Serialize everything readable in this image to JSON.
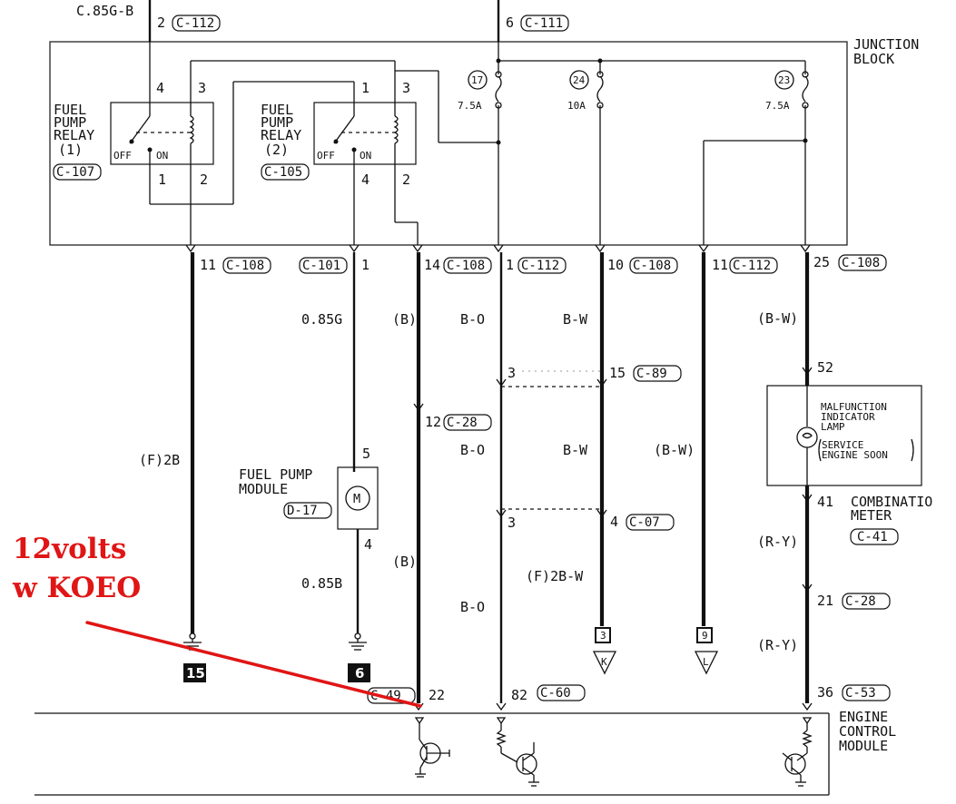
{
  "header": {
    "top_wire_color": "C.85G-B",
    "top_left_pin": "2",
    "top_left_conn": "C-112",
    "top_right_pin": "6",
    "top_right_conn": "C-111"
  },
  "junction_block": {
    "label_line1": "JUNCTION",
    "label_line2": "BLOCK",
    "relay1": {
      "label": [
        "FUEL",
        "PUMP",
        "RELAY",
        "(1)"
      ],
      "conn": "C-107",
      "pins": [
        "4",
        "3",
        "1",
        "2"
      ],
      "off": "OFF",
      "on": "ON"
    },
    "relay2": {
      "label": [
        "FUEL",
        "PUMP",
        "RELAY",
        "(2)"
      ],
      "conn": "C-105",
      "pins": [
        "1",
        "3",
        "4",
        "2"
      ],
      "off": "OFF",
      "on": "ON"
    },
    "fuses": [
      {
        "number": "17",
        "rating": "7.5A"
      },
      {
        "number": "24",
        "rating": "10A"
      },
      {
        "number": "23",
        "rating": "7.5A"
      }
    ]
  },
  "jb_connectors": [
    {
      "pin": "11",
      "conn": "C-108"
    },
    {
      "pin": "1",
      "conn": "C-101"
    },
    {
      "pin": "14",
      "conn": "C-108"
    },
    {
      "pin": "1",
      "conn": "C-112"
    },
    {
      "pin": "10",
      "conn": "C-108"
    },
    {
      "pin": "11",
      "conn": "C-112"
    },
    {
      "pin": "25",
      "conn": "C-108"
    }
  ],
  "wire_colors": {
    "w1": "(F)2B",
    "w2_top": "0.85G",
    "w2_bottom": "0.85B",
    "w3_top": "(B)",
    "w3_bottom": "(B)",
    "w4_top": "B-O",
    "w4_mid": "B-O",
    "w4_bottom": "B-O",
    "w5_top": "B-W",
    "w5_mid": "B-W",
    "w5_bottom": "(F)2B-W",
    "w6": "(B-W)",
    "w7_top": "(B-W)",
    "w7_mid": "(R-Y)",
    "w7_bottom": "(R-Y)"
  },
  "splices": {
    "c89_left_pin": "3",
    "c89_right_pin": "15",
    "c89_conn": "C-89",
    "c07_left_pin": "3",
    "c07_right_pin": "4",
    "c07_conn": "C-07",
    "c28_pin": "12",
    "c28_conn": "C-28"
  },
  "fuel_pump_module": {
    "label_line1": "FUEL PUMP",
    "label_line2": "MODULE",
    "conn": "D-17",
    "pin_top": "5",
    "pin_bottom": "4",
    "motor_symbol": "M"
  },
  "mil": {
    "line1": "MALFUNCTION",
    "line2": "INDICATOR",
    "line3": "LAMP",
    "line4": "SERVICE",
    "line5": "ENGINE SOON",
    "pin_top": "52",
    "pin_bottom": "41",
    "meter_line1": "COMBINATIO",
    "meter_line2": "METER",
    "meter_conn": "C-41",
    "c28_pin": "21",
    "c28_conn": "C-28"
  },
  "grounds": [
    {
      "label": "15"
    },
    {
      "label": "6"
    }
  ],
  "references": [
    {
      "box": "3",
      "letter": "K"
    },
    {
      "box": "9",
      "letter": "L"
    }
  ],
  "ecm": {
    "label_line1": "ENGINE",
    "label_line2": "CONTROL",
    "label_line3": "MODULE",
    "conn_left": "C-49",
    "pin_left": "22",
    "pin_mid": "82",
    "conn_mid": "C-60",
    "pin_right": "36",
    "conn_right": "C-53"
  },
  "annotation": {
    "line1": "12volts",
    "line2": "w KOEO",
    "color": "#e01515"
  }
}
